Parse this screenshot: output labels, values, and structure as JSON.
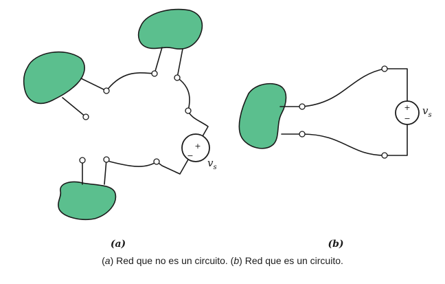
{
  "diagram": {
    "source_label": "v",
    "source_label_sub": "s",
    "plus_sign": "+",
    "minus_sign": "−",
    "part_a_label": "(a)",
    "part_b_label": "(b)"
  },
  "caption": {
    "part_a_letter": "a",
    "part_a_text": " Red que no es un circuito. (",
    "part_b_letter": "b",
    "part_b_text": " Red que es un circuito."
  },
  "colors": {
    "blob_fill": "#5bbf8e",
    "line": "#1a1a1a",
    "background": "#ffffff"
  }
}
